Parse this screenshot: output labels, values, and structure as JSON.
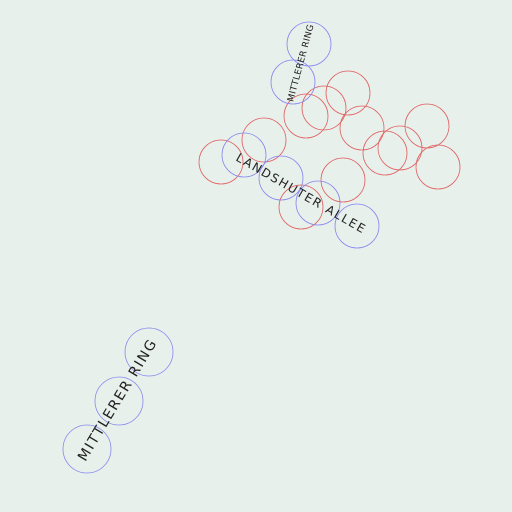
{
  "map": {
    "background": "#e8f0ec",
    "colors": {
      "blue_circle": "#8888ee",
      "red_circle": "#e06060",
      "label": "#222222"
    },
    "labels": [
      {
        "id": "label-mittlerer-ring-top",
        "text": "MITTLERER RING"
      },
      {
        "id": "label-landshuter-allee",
        "text": "LANDSHUTER ALLEE"
      },
      {
        "id": "label-mittlerer-ring-bottom",
        "text": "MITTLERER RING"
      }
    ]
  }
}
